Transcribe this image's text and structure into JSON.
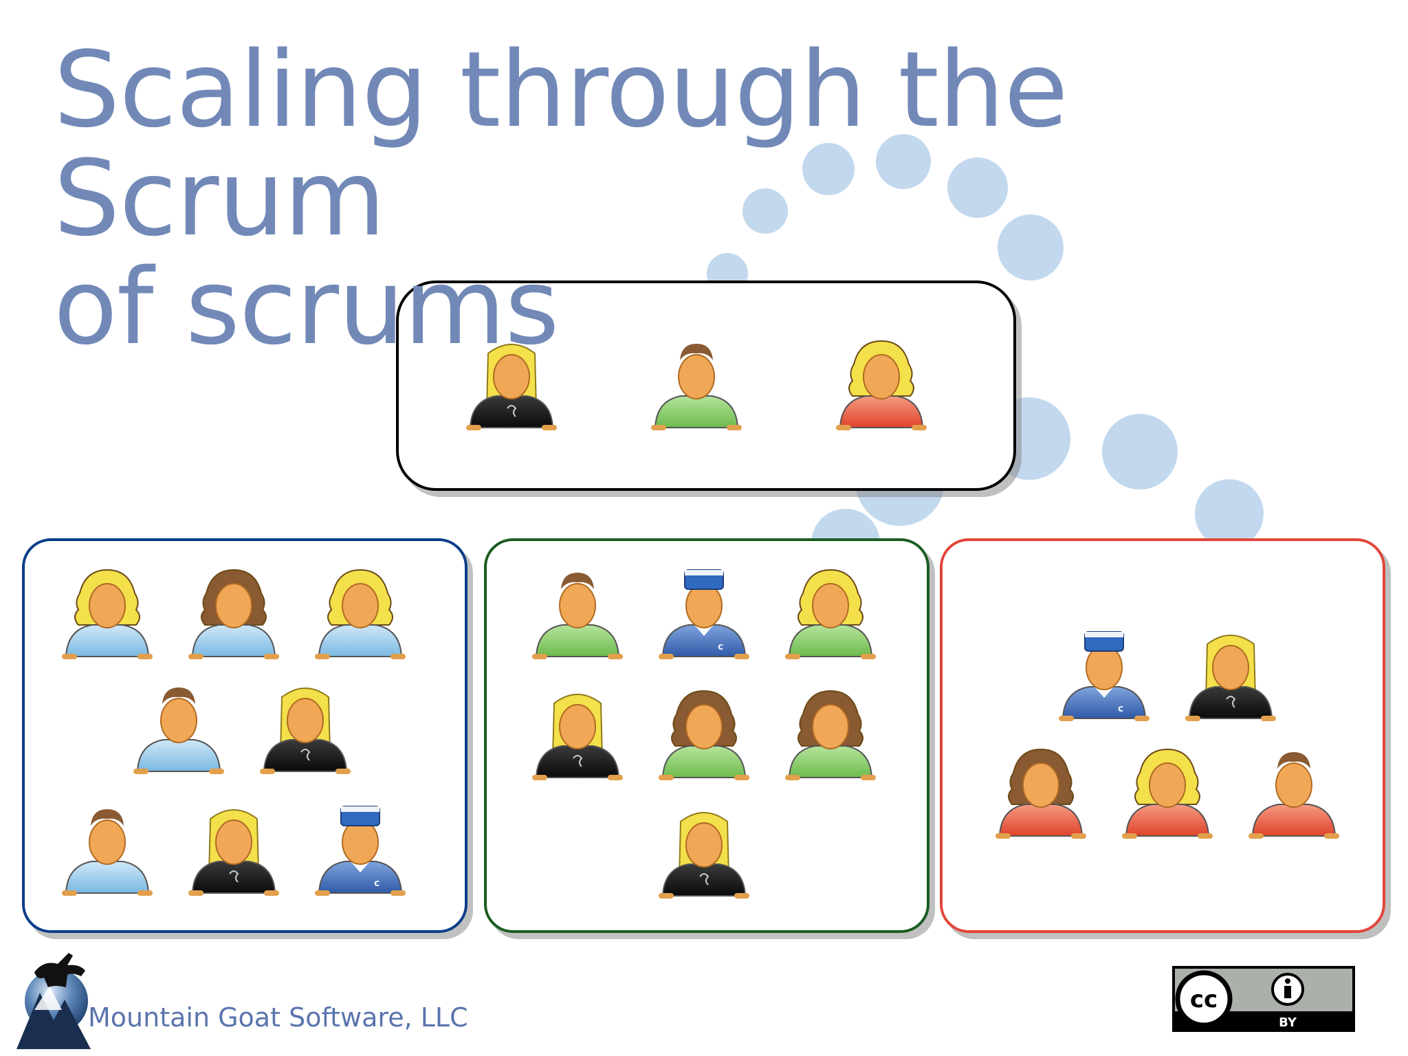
{
  "slide": {
    "title_line1": "Scaling through the Scrum",
    "title_line2": "of scrums",
    "company": "Mountain Goat Software, LLC",
    "license_badge": {
      "left": "cc",
      "right_label": "BY",
      "icon": "info-person-icon"
    }
  },
  "colors": {
    "title": "#7289b8",
    "team_blue_border": "#0b3d88",
    "team_green_border": "#1a5c22",
    "team_red_border": "#e2453b",
    "dots": "#bcd4ec"
  },
  "scrum_of_scrums": {
    "members": [
      {
        "hair": "long-blonde",
        "shirt": "black",
        "icon": "person-icon"
      },
      {
        "hair": "short-brown",
        "shirt": "green",
        "icon": "person-icon"
      },
      {
        "hair": "curly-blonde",
        "shirt": "red",
        "icon": "person-icon"
      }
    ]
  },
  "teams": [
    {
      "name": "blue-team",
      "members": [
        {
          "hair": "curly-blonde",
          "shirt": "lightblue"
        },
        {
          "hair": "curly-brown",
          "shirt": "lightblue"
        },
        {
          "hair": "curly-blonde",
          "shirt": "lightblue"
        },
        {
          "hair": "short-brown",
          "shirt": "lightblue"
        },
        {
          "hair": "long-blonde",
          "shirt": "black"
        },
        {
          "hair": "short-brown",
          "shirt": "lightblue"
        },
        {
          "hair": "long-blonde",
          "shirt": "black"
        },
        {
          "hair": "cap",
          "shirt": "blue"
        }
      ]
    },
    {
      "name": "green-team",
      "members": [
        {
          "hair": "short-brown",
          "shirt": "green"
        },
        {
          "hair": "cap",
          "shirt": "blue"
        },
        {
          "hair": "curly-blonde",
          "shirt": "green"
        },
        {
          "hair": "long-blonde",
          "shirt": "black"
        },
        {
          "hair": "curly-brown",
          "shirt": "green"
        },
        {
          "hair": "curly-brown",
          "shirt": "green"
        },
        {
          "hair": "long-blonde",
          "shirt": "black"
        }
      ]
    },
    {
      "name": "red-team",
      "members": [
        {
          "hair": "cap",
          "shirt": "blue"
        },
        {
          "hair": "long-blonde",
          "shirt": "black"
        },
        {
          "hair": "curly-brown",
          "shirt": "red"
        },
        {
          "hair": "curly-blonde",
          "shirt": "red"
        },
        {
          "hair": "short-brown",
          "shirt": "red"
        }
      ]
    }
  ]
}
